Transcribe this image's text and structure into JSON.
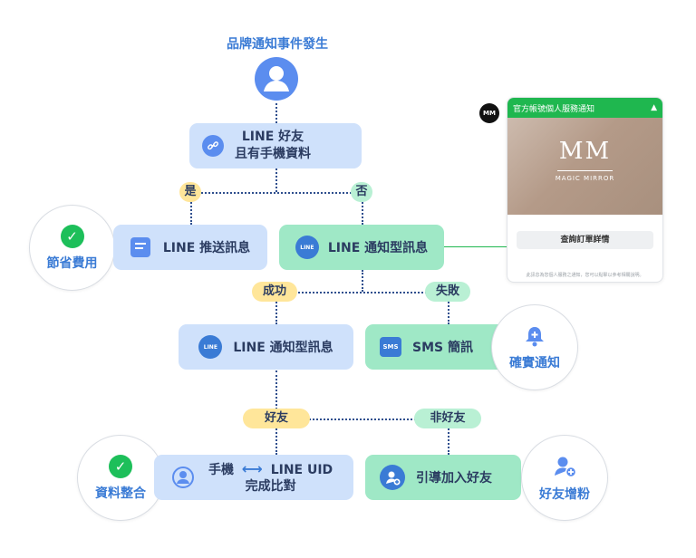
{
  "title": "品牌通知事件發生",
  "nodes": {
    "line_friend_line1": "LINE 好友",
    "line_friend_line2": "且有手機資料",
    "line_push": "LINE 推送訊息",
    "line_notify_1": "LINE 通知型訊息",
    "line_notify_2": "LINE 通知型訊息",
    "sms": "SMS 簡訊",
    "phone_uid_phone": "手機",
    "phone_uid_uid": "LINE UID",
    "phone_uid_line2": "完成比對",
    "guide_add": "引導加入好友"
  },
  "pills": {
    "yes": "是",
    "no": "否",
    "success": "成功",
    "fail": "失敗",
    "friend": "好友",
    "non_friend": "非好友"
  },
  "badges": {
    "save_cost": "節省費用",
    "ensure_notify": "確實通知",
    "data_integration": "資料整合",
    "friend_growth": "好友增粉"
  },
  "icons": {
    "sms_icon_text": "SMS",
    "line_icon_text": "LINE"
  },
  "phone": {
    "header_title": "官方帳號個人服務通知",
    "logo_small": "MM",
    "brand_mark": "MM",
    "brand_name": "MAGIC MIRROR",
    "button_label": "查詢訂單詳情",
    "footer_text": "此訊息為您個人服務之通知，您可以點擊以參考相關說明。"
  },
  "colors": {
    "blue_node": "#cfe1fb",
    "green_node": "#9fe8c6",
    "pill_yellow": "#ffe69a",
    "pill_green": "#b9f0d4",
    "accent_blue": "#3a7bd5",
    "check_green": "#1dbf5a",
    "line_green": "#1fb74f"
  }
}
